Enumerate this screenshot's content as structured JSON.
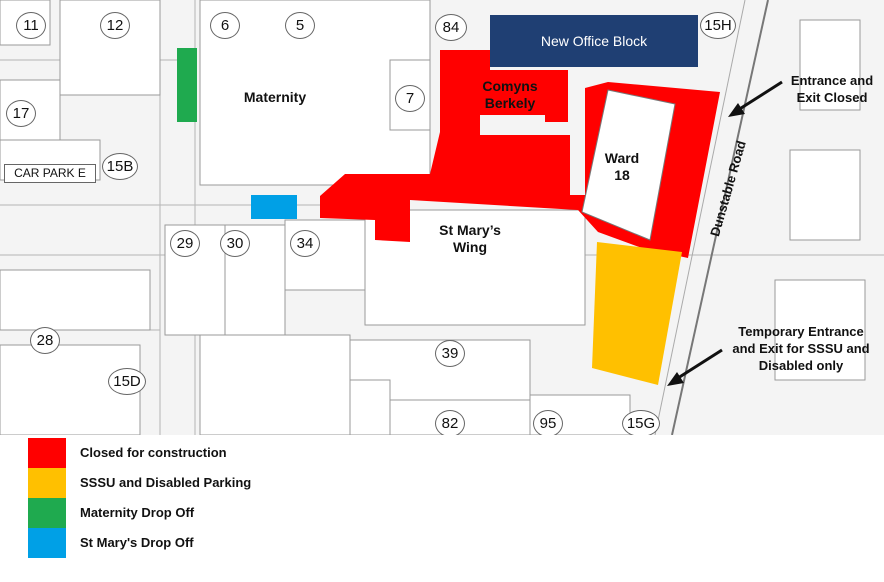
{
  "colors": {
    "closed": "#ff0000",
    "sssu": "#ffc000",
    "maternity_drop": "#1faa4f",
    "stmarys_drop": "#00a0e6",
    "office": "#1f3f73"
  },
  "buildings": {
    "new_office_block": "New Office Block",
    "maternity": "Maternity",
    "comyns_berkely": "Comyns Berkely",
    "ward_18": "Ward 18",
    "st_marys_wing": "St Mary’s Wing",
    "car_park_e": "CAR PARK E"
  },
  "numbers": {
    "n11": "11",
    "n12": "12",
    "n6": "6",
    "n5": "5",
    "n84": "84",
    "n15h": "15H",
    "n17": "17",
    "n7": "7",
    "n15b": "15B",
    "n29": "29",
    "n30": "30",
    "n34": "34",
    "n28": "28",
    "n39": "39",
    "n15d": "15D",
    "n82": "82",
    "n95": "95",
    "n15g": "15G"
  },
  "road": {
    "name": "Dunstable Road"
  },
  "annotations": {
    "entrance_closed": "Entrance and Exit Closed",
    "temp_entrance": "Temporary Entrance and Exit for SSSU and Disabled only"
  },
  "legend": [
    {
      "label": "Closed for construction",
      "color": "#ff0000"
    },
    {
      "label": "SSSU and Disabled Parking",
      "color": "#ffc000"
    },
    {
      "label": "Maternity Drop Off",
      "color": "#1faa4f"
    },
    {
      "label": "St Mary's Drop Off",
      "color": "#00a0e6"
    }
  ]
}
